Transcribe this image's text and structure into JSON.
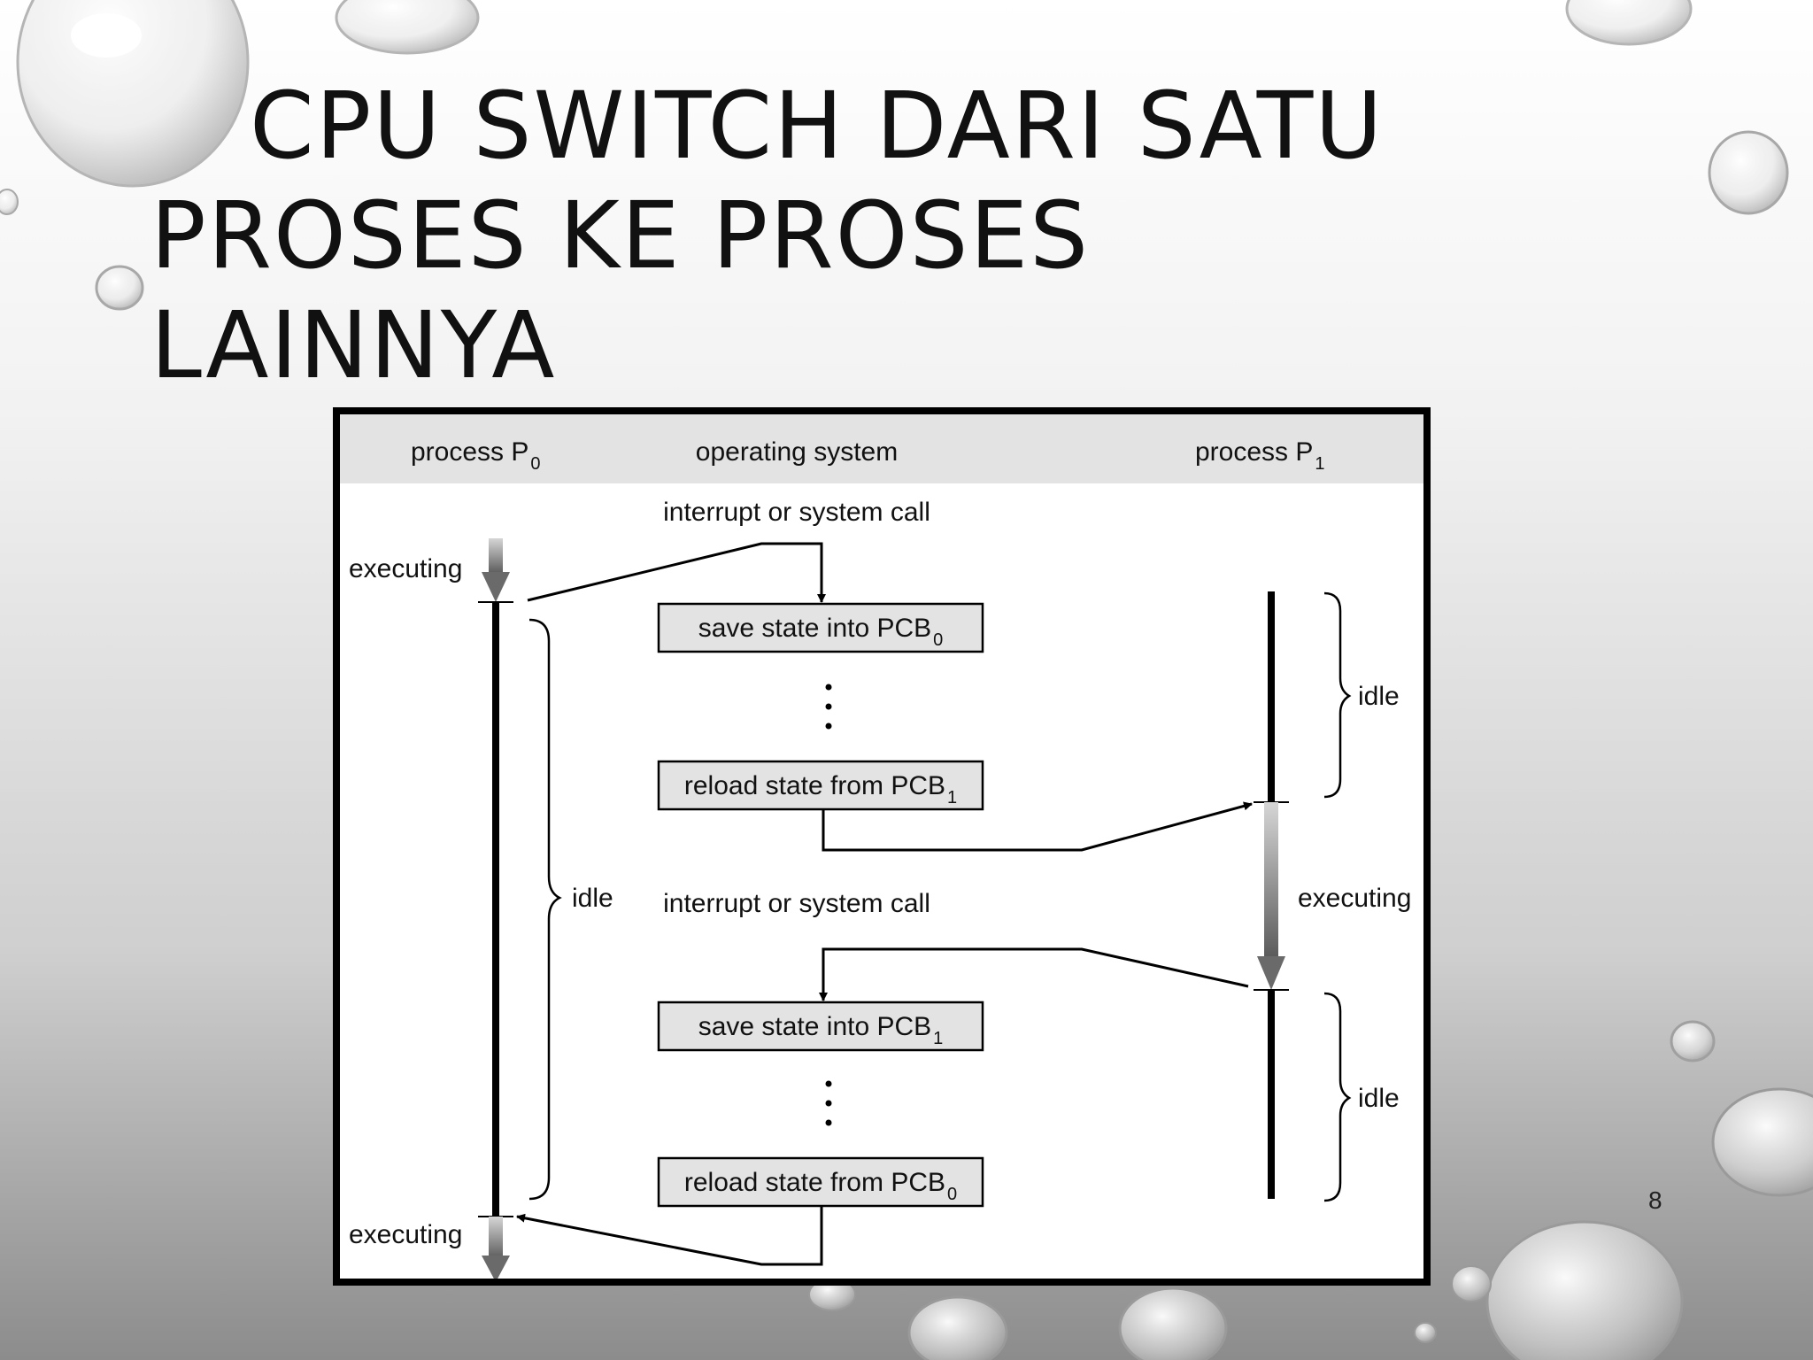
{
  "slide": {
    "title_line1": "CPU SWITCH DARI SATU",
    "title_line2": "PROSES KE PROSES LAINNYA",
    "page_number": "8"
  },
  "diagram": {
    "columns": {
      "p0_label": "process P",
      "p0_sub": "0",
      "os_label": "operating system",
      "p1_label": "process P",
      "p1_sub": "1"
    },
    "events": {
      "interrupt_1": "interrupt or system call",
      "interrupt_2": "interrupt or system call"
    },
    "boxes": {
      "save_pcb0": "save state into PCB",
      "save_pcb0_sub": "0",
      "reload_pcb1": "reload state from PCB",
      "reload_pcb1_sub": "1",
      "save_pcb1": "save state into PCB",
      "save_pcb1_sub": "1",
      "reload_pcb0": "reload state from PCB",
      "reload_pcb0_sub": "0"
    },
    "states": {
      "p0_executing_top": "executing",
      "p0_idle": "idle",
      "p0_executing_bottom": "executing",
      "p1_idle_top": "idle",
      "p1_executing": "executing",
      "p1_idle_bottom": "idle"
    }
  }
}
